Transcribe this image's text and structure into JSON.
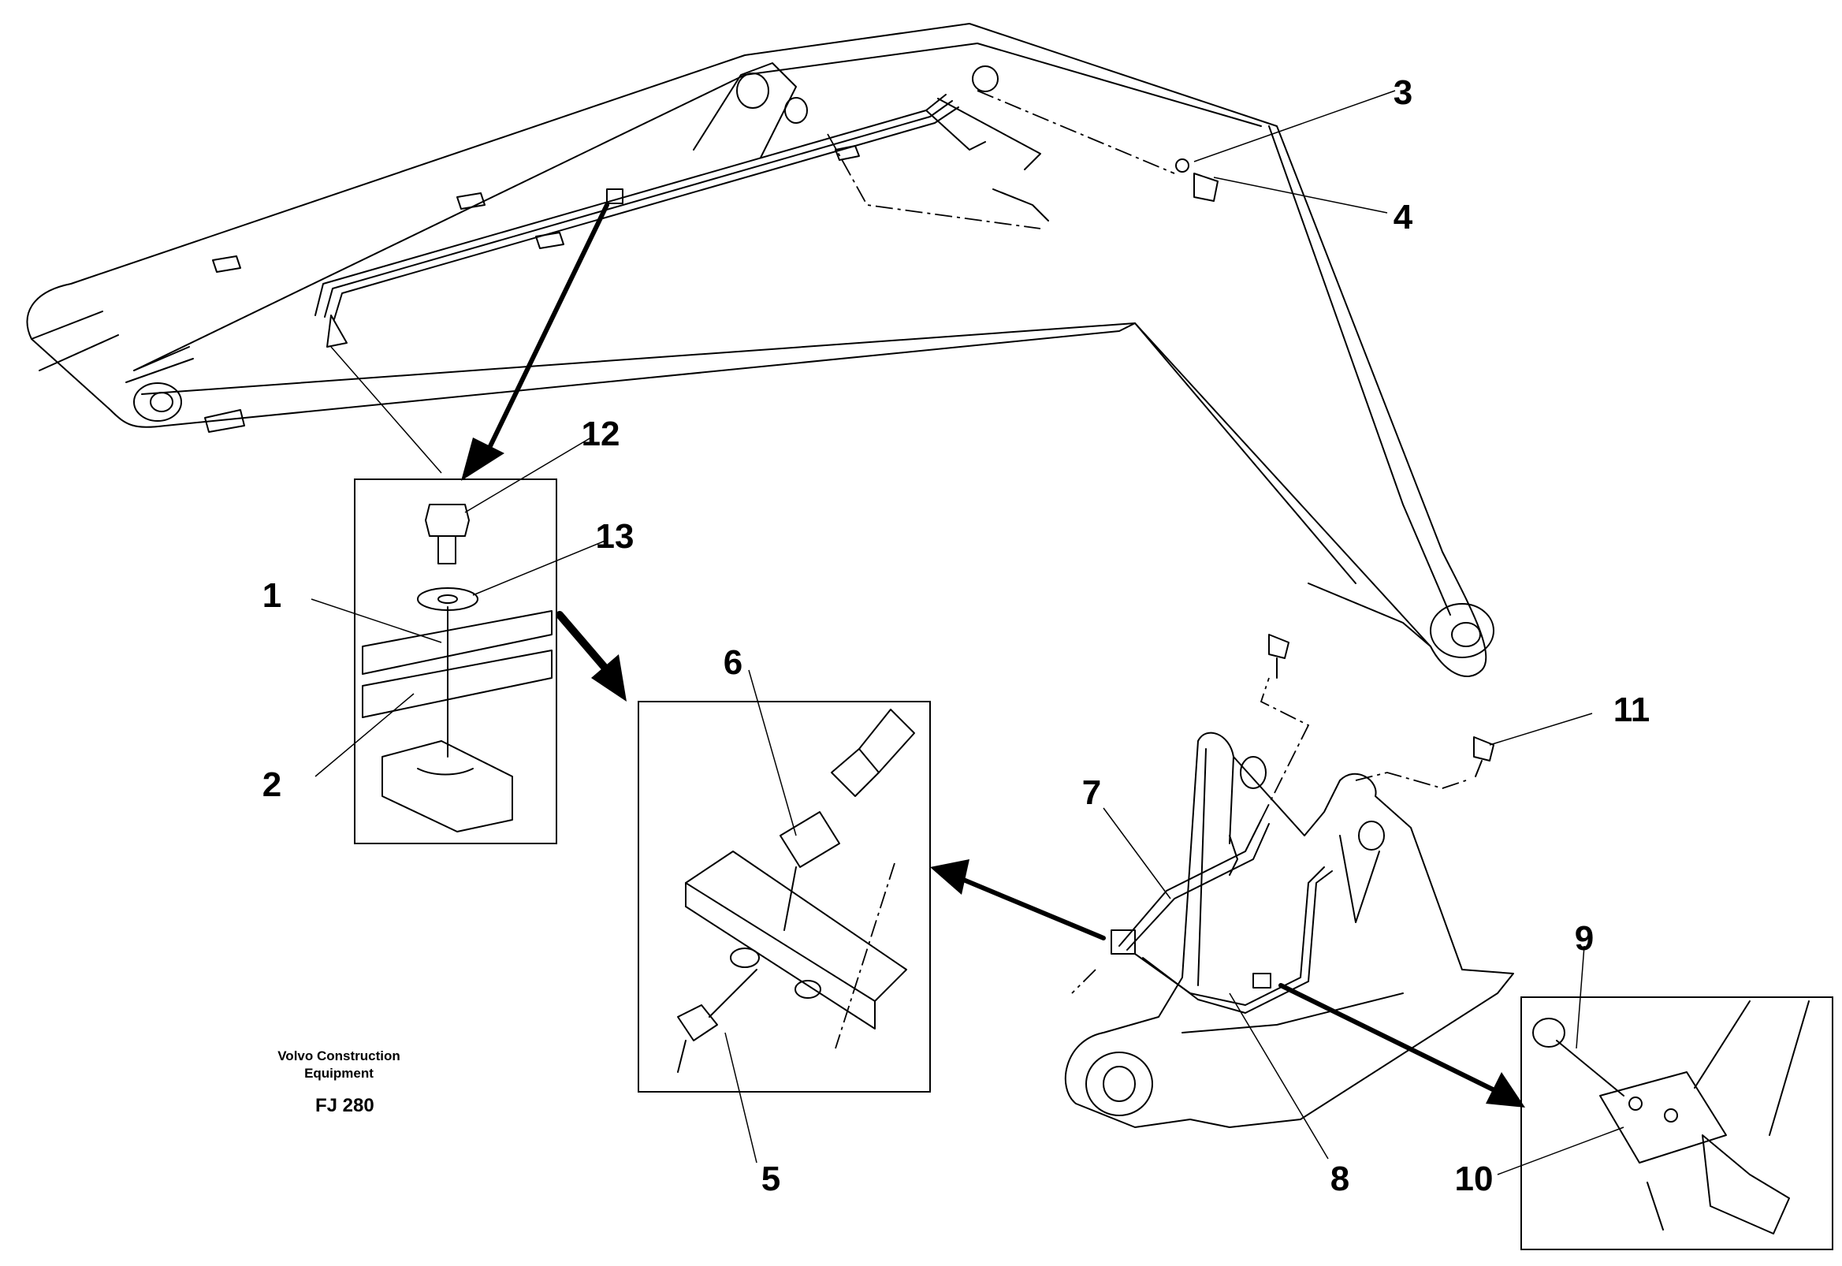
{
  "callouts": {
    "c1": "1",
    "c2": "2",
    "c3": "3",
    "c4": "4",
    "c5": "5",
    "c6": "6",
    "c7": "7",
    "c8": "8",
    "c9": "9",
    "c10": "10",
    "c11": "11",
    "c12": "12",
    "c13": "13"
  },
  "caption": {
    "line1": "Volvo Construction",
    "line2": "Equipment",
    "code": "FJ 280"
  }
}
